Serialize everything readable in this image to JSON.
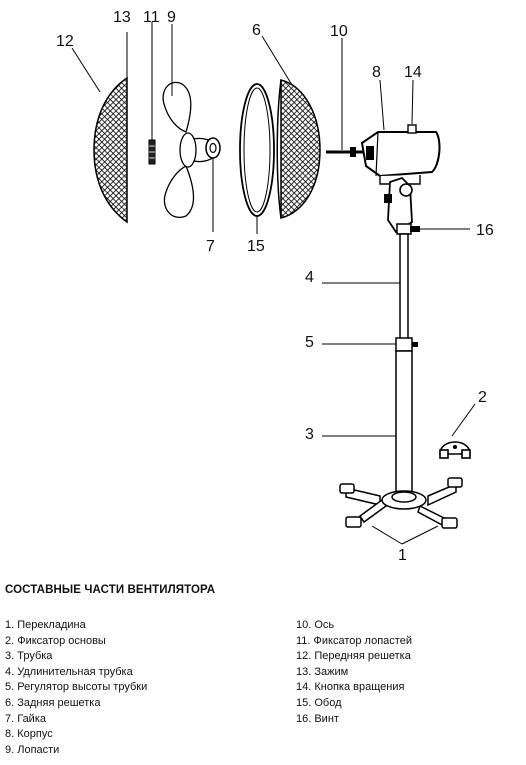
{
  "callouts": [
    "13",
    "11",
    "9",
    "12",
    "6",
    "10",
    "8",
    "14",
    "16",
    "7",
    "15",
    "4",
    "5",
    "3",
    "2",
    "1"
  ],
  "legend": {
    "title": "СОСТАВНЫЕ ЧАСТИ ВЕНТИЛЯТОРА",
    "left": [
      "1. Перекладина",
      "2. Фиксатор основы",
      "3. Трубка",
      "4. Удлинительная трубка",
      "5. Регулятор высоты трубки",
      "6. Задняя решетка",
      "7. Гайка",
      "8. Корпус",
      "9. Лопасти"
    ],
    "right": [
      "10. Ось",
      "11. Фиксатор лопастей",
      "12. Передняя решетка",
      "13. Зажим",
      "14. Кнопка вращения",
      "15. Обод",
      "16. Винт"
    ]
  }
}
